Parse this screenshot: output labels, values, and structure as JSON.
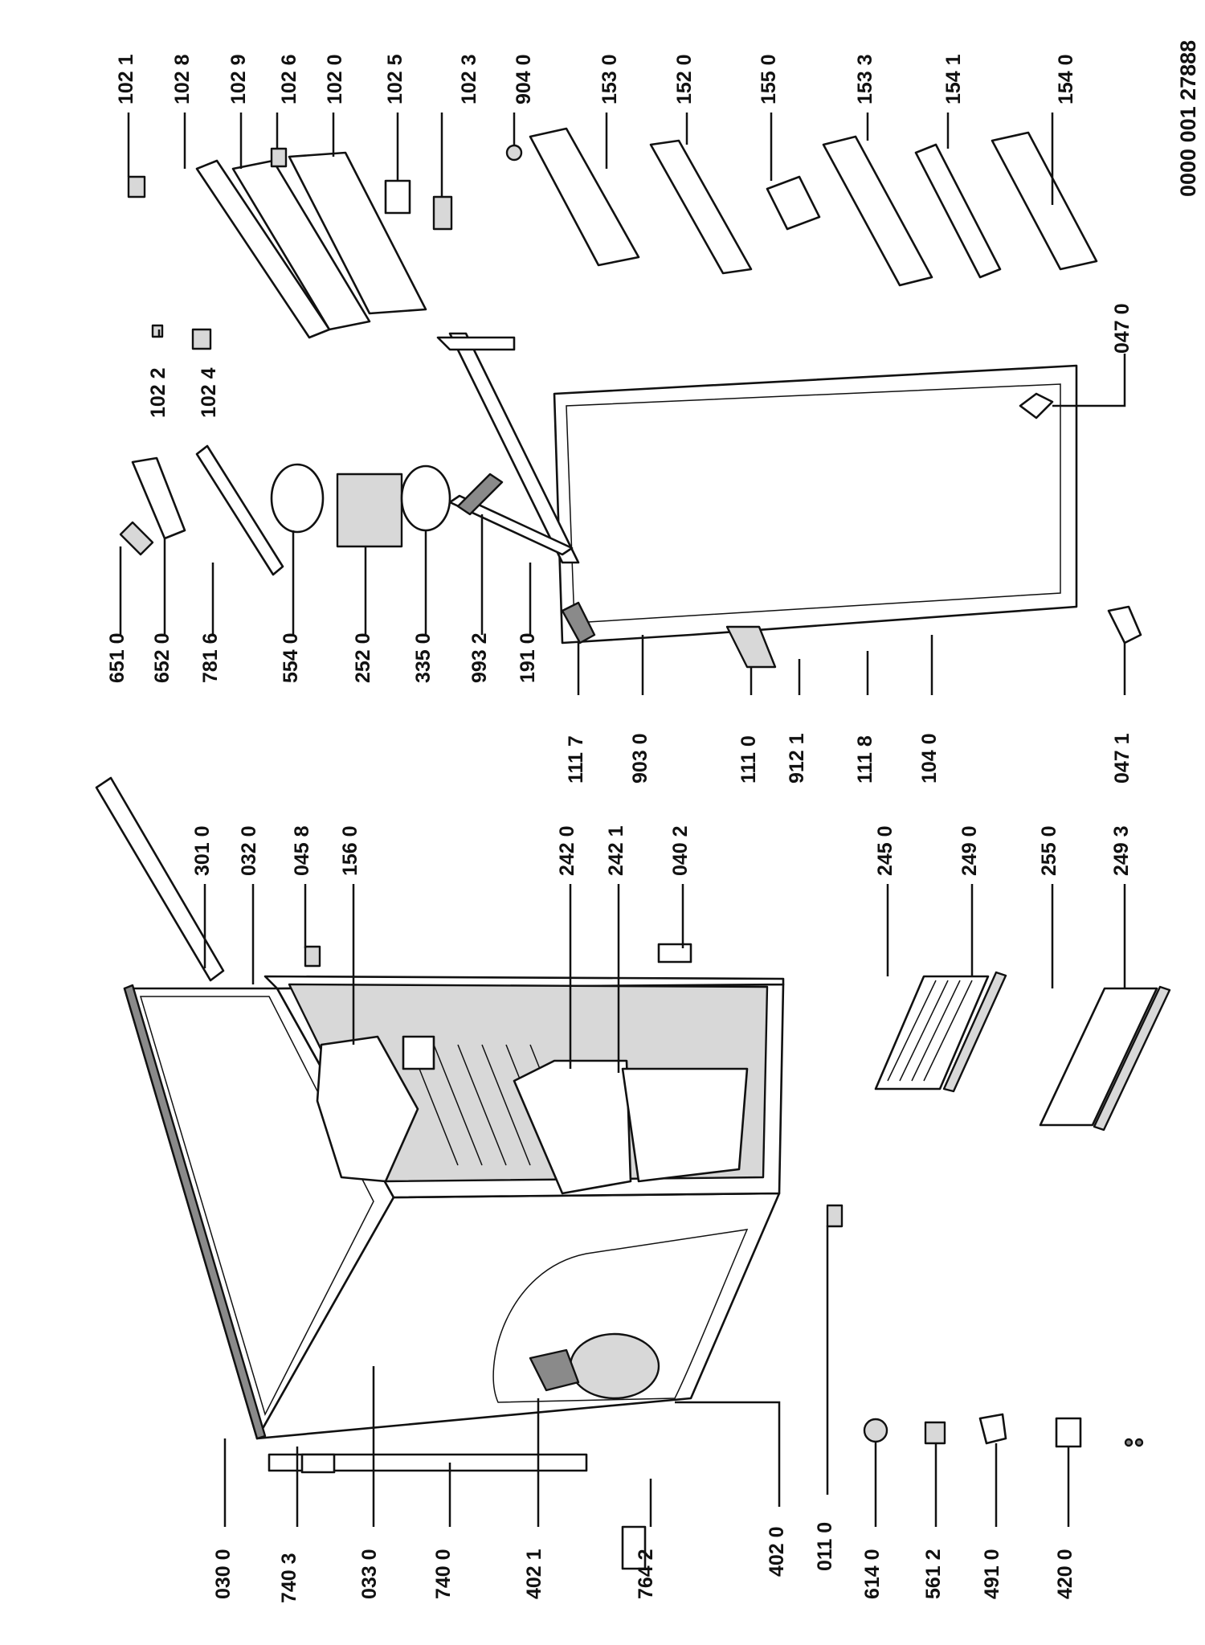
{
  "document_code": "0000 001 27888",
  "labels": {
    "l0300": "030 0",
    "l7403": "740 3",
    "l0330": "033 0",
    "l7400": "740 0",
    "l4021": "402 1",
    "l7642": "764 2",
    "l6140": "614 0",
    "l5612": "561 2",
    "l4910": "491 0",
    "l4200": "420 0",
    "l4020": "402 0",
    "l0110": "011 0",
    "l3010": "301 0",
    "l0320": "032 0",
    "l0458": "045 8",
    "l1560": "156 0",
    "l2420": "242 0",
    "l2421": "242 1",
    "l0402": "040 2",
    "l2450": "245 0",
    "l2490": "249 0",
    "l2550": "255 0",
    "l2493": "249 3",
    "l6510": "651 0",
    "l6520": "652 0",
    "l7816": "781 6",
    "l5540": "554 0",
    "l2520": "252 0",
    "l3350": "335 0",
    "l9932": "993 2",
    "l1910": "191 0",
    "l1117": "111 7",
    "l9030": "903 0",
    "l1110": "111 0",
    "l9121": "912 1",
    "l1118": "111 8",
    "l1040": "104 0",
    "l0471": "047 1",
    "l0470": "047 0",
    "l1022": "102 2",
    "l1024": "102 4",
    "l1021": "102 1",
    "l1028": "102 8",
    "l1029": "102 9",
    "l1026": "102 6",
    "l1020": "102 0",
    "l1025": "102 5",
    "l1023": "102 3",
    "l9040": "904 0",
    "l1530": "153 0",
    "l1520": "152 0",
    "l1550": "155 0",
    "l1533": "153 3",
    "l1541": "154 1",
    "l1540": "154 0"
  }
}
